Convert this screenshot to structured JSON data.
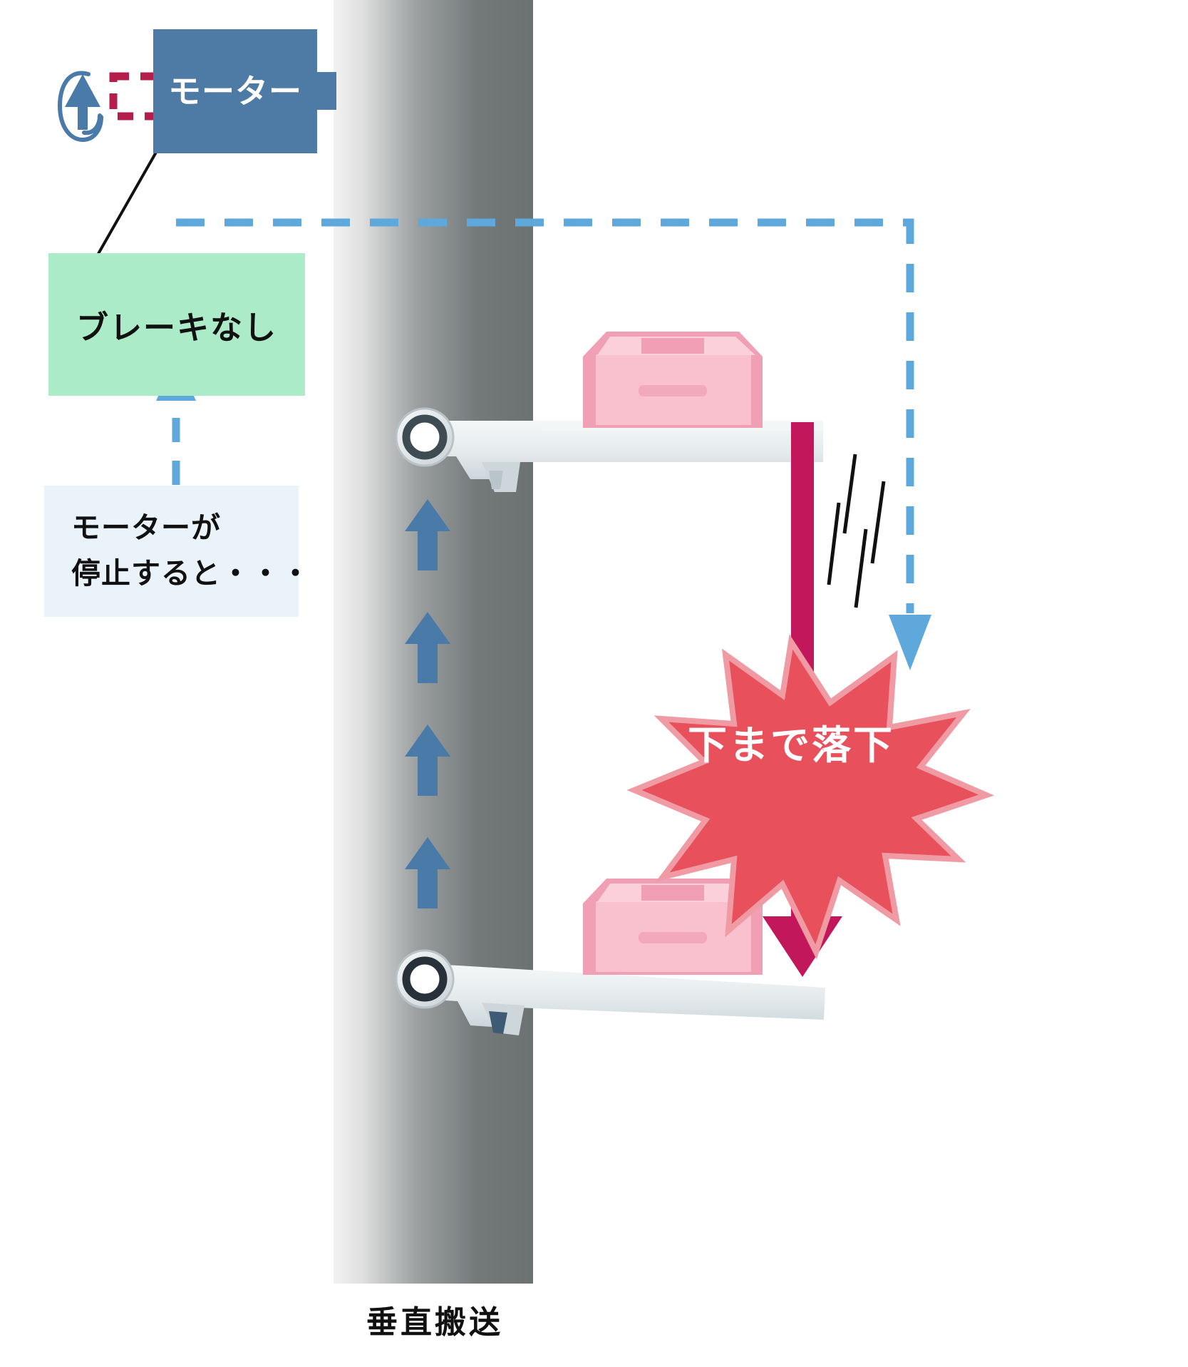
{
  "diagram": {
    "caption": "垂直搬送",
    "motor": {
      "label": "モーター",
      "color": "#4e7ba6",
      "rotation_icon": "rotation-arrow-icon",
      "highlight_icon": "red-dashed-square-icon"
    },
    "callouts": [
      {
        "id": "no-brake",
        "label": "ブレーキなし",
        "background": "#abebc8",
        "text_color": "#111111"
      },
      {
        "id": "motor-stops",
        "lines": [
          "モーターが",
          "停止すると・・・"
        ],
        "background": "#eaf2fa",
        "text_color": "#111111"
      }
    ],
    "burst": {
      "label": "下まで落下",
      "fill": "#e8505b",
      "text_color": "#ffffff"
    },
    "mast": {
      "name": "vertical-column",
      "color_light": "#e6e6e6",
      "color_dark": "#6e7273"
    },
    "arrows": {
      "lift_direction_color": "#4a7aa8",
      "lift_count": 4,
      "fall_color": "#c2185b",
      "signal_color": "#5fa8dc"
    },
    "cargo": {
      "name": "pink-box",
      "fill": "#f9c0cd",
      "edge": "#f09fb4",
      "count": 2
    },
    "platforms": {
      "name": "carrier-arm",
      "count": 2,
      "color": "#e9eef0"
    }
  }
}
